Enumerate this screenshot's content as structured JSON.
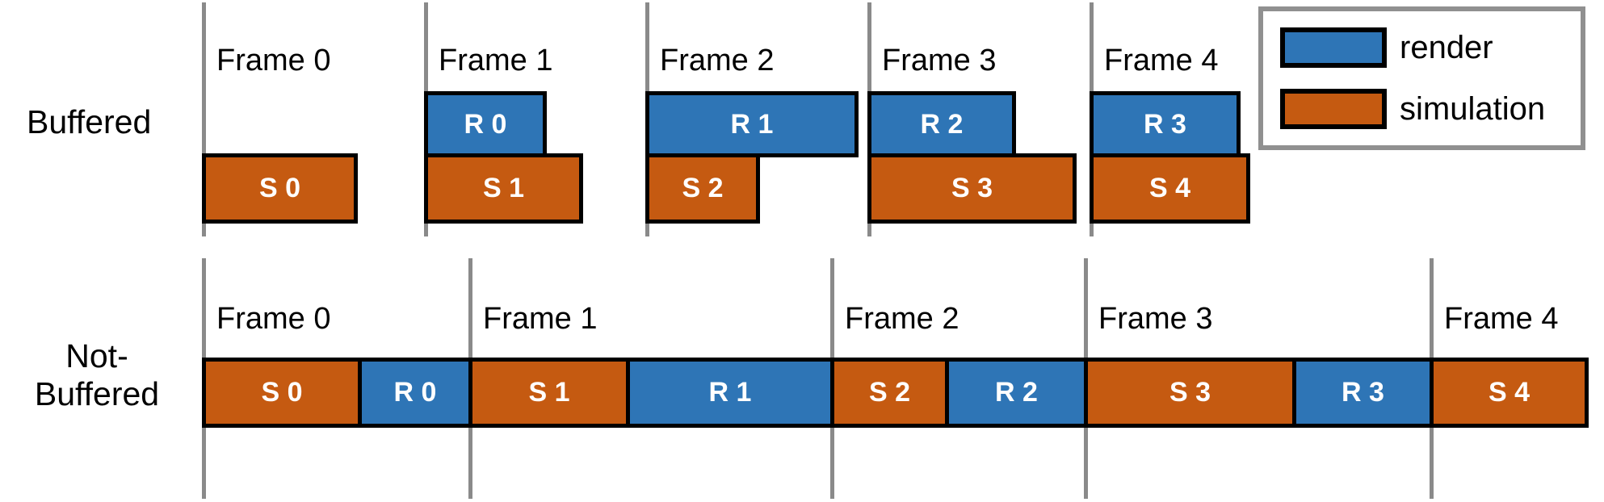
{
  "palette": {
    "render": "#2E75B6",
    "simulation": "#C55A11",
    "divider": "#8A8A8A",
    "legend_border": "#909090",
    "border": "#000000",
    "background": "#FFFFFF",
    "text": "#000000",
    "block_text": "#FFFFFF"
  },
  "legend": {
    "items": [
      {
        "label": "render"
      },
      {
        "label": "simulation"
      }
    ]
  },
  "buffered": {
    "row_label": "Buffered",
    "frame_labels": [
      "Frame 0",
      "Frame 1",
      "Frame 2",
      "Frame 3",
      "Frame 4"
    ],
    "render_blocks": [
      "R 0",
      "R 1",
      "R 2",
      "R 3"
    ],
    "sim_blocks": [
      "S 0",
      "S 1",
      "S 2",
      "S 3",
      "S 4"
    ]
  },
  "not_buffered": {
    "row_label_line1": "Not-",
    "row_label_line2": "Buffered",
    "frame_labels": [
      "Frame 0",
      "Frame 1",
      "Frame 2",
      "Frame 3",
      "Frame 4"
    ],
    "segments": [
      "S 0",
      "R 0",
      "S 1",
      "R 1",
      "S 2",
      "R 2",
      "S 3",
      "R 3",
      "S 4"
    ]
  }
}
